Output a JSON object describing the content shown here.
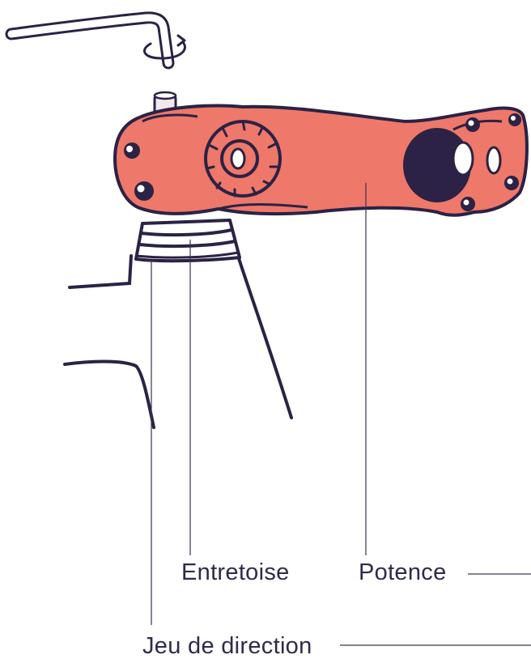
{
  "labels": {
    "entretoise": "Entretoise",
    "potence": "Potence",
    "jeu_de_direction": "Jeu de direction"
  },
  "colors": {
    "stem": "#ee786a",
    "outline": "#2b2245",
    "spacer": "#ffffff",
    "leader_line": "#3a3450",
    "text": "#2f2a4a"
  },
  "icons": {
    "hex_key": "allen-key-icon",
    "rotation": "rotation-arrow-icon"
  }
}
